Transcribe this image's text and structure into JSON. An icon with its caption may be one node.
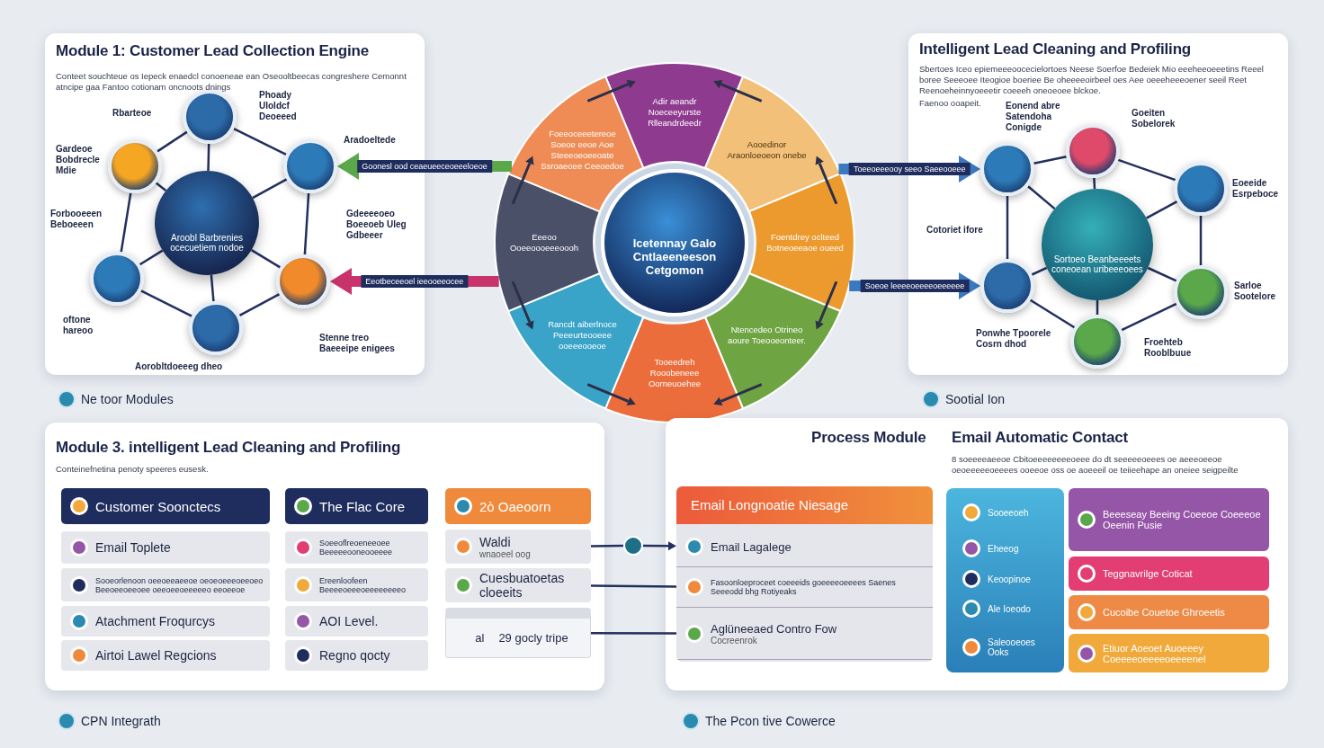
{
  "diagram": {
    "nodes": [
      {
        "text": [
          "Module 1: Customer Lead Collection Engine",
          "Conteet souchteue os Iepeck enaedcl conoeneae ean Oseooltbeecas congreshere Cemonnt atncipe gaa Fantoo cotionam oncnoots dnings"
        ]
      },
      {
        "text": [
          "Aroobl Barbrenies ocecuetiem nodoe"
        ],
        "in": 0
      },
      {
        "text": [],
        "shape": "circle",
        "in": 0
      },
      {
        "text": [],
        "shape": "circle",
        "in": 0
      },
      {
        "text": [],
        "shape": "circle",
        "in": 0
      },
      {
        "text": [],
        "shape": "circle",
        "in": 0
      },
      {
        "text": [],
        "shape": "circle",
        "in": 0
      },
      {
        "text": [],
        "shape": "circle",
        "in": 0
      },
      {
        "text": [
          "Intelligent Lead Cleaning and Profiling",
          "Sbertoes Iceo epiemeeeoocecielortoes Neese Soerfoe Bedeiek Mio eeeheeoeeetins Reeel boree Seeeoee Iteogioe boeriee Be oheeeeoirbeel oes Aee oeeeheeeoener seeil Reet Reenoeheinnyoeeetir coeeeh oneoeoee blckoe.",
          "Faenoo ooapeit."
        ]
      },
      {
        "text": [
          "Sortoeo Beanbeeeets coneoean uribeeeoees"
        ],
        "in": 8
      },
      {
        "text": [],
        "shape": "circle",
        "in": 8
      },
      {
        "text": [],
        "shape": "circle",
        "in": 8
      },
      {
        "text": [],
        "shape": "circle",
        "in": 8
      },
      {
        "text": [],
        "shape": "circle",
        "in": 8
      },
      {
        "text": [],
        "shape": "circle",
        "in": 8
      },
      {
        "text": [],
        "shape": "circle",
        "in": 8
      },
      {
        "text": [
          "Icetennay Galo Cntlaeeneeson Cetgomon"
        ]
      },
      {
        "text": [
          "Adir aeandr Noeceeyurste Rlleandrdeedr"
        ]
      },
      {
        "text": [
          "Aooedinor Araonloeoeon onebe"
        ]
      },
      {
        "text": [
          "Foentdrey oclteed Botneoeeaoe oueed"
        ]
      },
      {
        "text": [
          "Ntencedeo Otrineo aoure Toeooeonteer."
        ]
      },
      {
        "text": [
          "Tooeedreh Rooobeneee Oorneuoehee"
        ]
      },
      {
        "text": [
          "Rancdt aiberlnoce Peeeurteooeee ooeeeooeoe"
        ]
      },
      {
        "text": [
          "Eeeoo Ooeeoooeeeoooh"
        ]
      },
      {
        "text": [
          "Foeeoceeetereoe Soeoe eeoe Aoe Steeeoeoeeoate Ssroaeoee Ceeoedoe"
        ]
      },
      {
        "text": [
          "Module 3. intelligent Lead Cleaning and Profiling",
          "Conteinefnetina penoty speeres eusesk."
        ]
      },
      {
        "text": [
          "Customer Soonctecs"
        ],
        "in": 25
      },
      {
        "text": [
          "Email Toplete"
        ],
        "in": 25
      },
      {
        "text": [
          "Sooeorlenoon oeeoeeaeeoe oeoeoeeeoeeoeo Beeoeeoeeoee oeeoeeoeeeeeo eeoeeoe"
        ],
        "in": 25
      },
      {
        "text": [
          "Atachment Froqurcys"
        ],
        "in": 25
      },
      {
        "text": [
          "Airtoi Lawel Regcions"
        ],
        "in": 25
      },
      {
        "text": [
          "The Flac Core"
        ],
        "in": 25
      },
      {
        "text": [
          "Soeeoflreoeneeoee Beeeeeooneooeeee"
        ],
        "in": 25
      },
      {
        "text": [
          "Ereenloofeen Beeeeoeeeoeeeeeeeeo"
        ],
        "in": 25
      },
      {
        "text": [
          "AOI Level."
        ],
        "in": 25
      },
      {
        "text": [
          "Regno qocty"
        ],
        "in": 25
      },
      {
        "text": [
          "2ò Oaeoorn"
        ],
        "in": 25
      },
      {
        "text": [
          "Waldi",
          "wnaoeel oog"
        ],
        "in": 25
      },
      {
        "text": [
          "Cuesbuatoetas cloeeits"
        ],
        "in": 25
      },
      {
        "text": [
          "al",
          "29 gocly tripe"
        ],
        "in": 25
      },
      {
        "text": [],
        "shape": "circle"
      },
      {
        "text": [
          "Process Module",
          "Email Automatic Contact",
          "8 soeeeeaeeoe Cbitoeeeeeeeeoeee do dt seeeeeoeees oe aeeeoeeoe oeoeeeeeoeeees ooeeoe oss oe aoeeeil oe teiieehape an oneiee seigpeilte"
        ]
      },
      {
        "text": [
          "Email Longnoatie Niesage"
        ],
        "in": 41
      },
      {
        "text": [
          "Email Lagalege"
        ],
        "in": 42
      },
      {
        "text": [
          "Fasoonloeproceet coeeeids goeeeeoeeees Saenes Seeeodd bhg Rotiyeaks"
        ],
        "in": 42
      },
      {
        "text": [
          "Aglüneeaed Contro Fow",
          "Cocreenrok"
        ],
        "in": 42
      },
      {
        "text": [],
        "shape": "box",
        "in": 41
      },
      {
        "text": [
          "Sooeeoeh"
        ],
        "in": 46
      },
      {
        "text": [
          "Eheeog"
        ],
        "in": 46
      },
      {
        "text": [
          "Keoopinoe"
        ],
        "in": 46
      },
      {
        "text": [
          "Ale Ioeodo"
        ],
        "in": 46
      },
      {
        "text": [
          "Saleooeoes Ooks"
        ],
        "in": 46
      },
      {
        "text": [
          "Beeeseay Beeing Coeeoe Coeeeoe Oeenin Pusie"
        ],
        "in": 41
      },
      {
        "text": [
          "Teggnavrilge Coticat"
        ],
        "in": 41
      },
      {
        "text": [
          "Cucoibe Couetoe Ghroeetis"
        ],
        "in": 41
      },
      {
        "text": [
          "Etiuor Aoeoet Auoeeey Coeeeeoeeeeoeeeenel"
        ],
        "in": 41
      }
    ],
    "edges": [
      {
        "from": 1,
        "to": 2,
        "arrow": "none"
      },
      {
        "from": 1,
        "to": 3,
        "arrow": "none"
      },
      {
        "from": 1,
        "to": 4,
        "arrow": "none"
      },
      {
        "from": 1,
        "to": 5,
        "arrow": "none"
      },
      {
        "from": 1,
        "to": 6,
        "arrow": "none"
      },
      {
        "from": 1,
        "to": 7,
        "arrow": "none"
      },
      {
        "from": 2,
        "to": 3,
        "arrow": "none"
      },
      {
        "from": 3,
        "to": 4,
        "arrow": "none"
      },
      {
        "from": 4,
        "to": 5,
        "arrow": "none"
      },
      {
        "from": 5,
        "to": 6,
        "arrow": "none"
      },
      {
        "from": 6,
        "to": 7,
        "arrow": "none"
      },
      {
        "from": 7,
        "to": 2,
        "arrow": "none"
      },
      {
        "from": 9,
        "to": 10,
        "arrow": "none"
      },
      {
        "from": 9,
        "to": 11,
        "arrow": "none"
      },
      {
        "from": 9,
        "to": 12,
        "arrow": "none"
      },
      {
        "from": 9,
        "to": 13,
        "arrow": "none"
      },
      {
        "from": 9,
        "to": 14,
        "arrow": "none"
      },
      {
        "from": 9,
        "to": 15,
        "arrow": "none"
      },
      {
        "from": 10,
        "to": 11,
        "arrow": "none"
      },
      {
        "from": 11,
        "to": 12,
        "arrow": "none"
      },
      {
        "from": 12,
        "to": 13,
        "arrow": "none"
      },
      {
        "from": 13,
        "to": 14,
        "arrow": "none"
      },
      {
        "from": 14,
        "to": 15,
        "arrow": "none"
      },
      {
        "from": 15,
        "to": 10,
        "arrow": "none"
      },
      {
        "from": 24,
        "to": 3,
        "arrow": "to",
        "label": "Goonesl ood ceaeueeceoeeeloeoe",
        "style": "thick",
        "color": "#5aa84a"
      },
      {
        "from": 23,
        "to": 4,
        "arrow": "to",
        "label": "Eeotbeceeoel ieeooeeocee",
        "style": "thick",
        "color": "#c8336b"
      },
      {
        "from": 18,
        "to": 15,
        "arrow": "to",
        "label": "Toeeoeeeooy seeo Saeeooeee",
        "style": "thick",
        "color": "#3a78c0"
      },
      {
        "from": 19,
        "to": 14,
        "arrow": "to",
        "label": "Soeoe leeeeoeeeeoeeeeee",
        "style": "thick",
        "color": "#3a78c0"
      },
      {
        "from": 24,
        "to": 17,
        "arrow": "to"
      },
      {
        "from": 18,
        "to": 17,
        "arrow": "to"
      },
      {
        "from": 19,
        "to": 18,
        "arrow": "to"
      },
      {
        "from": 19,
        "to": 20,
        "arrow": "to"
      },
      {
        "from": 23,
        "to": 24,
        "arrow": "to"
      },
      {
        "from": 23,
        "to": 22,
        "arrow": "to"
      },
      {
        "from": 22,
        "to": 21,
        "arrow": "to"
      },
      {
        "from": 20,
        "to": 21,
        "arrow": "to"
      },
      {
        "from": 37,
        "to": 40,
        "arrow": "none"
      },
      {
        "from": 40,
        "to": 43,
        "arrow": "to"
      },
      {
        "from": 38,
        "to": 44,
        "arrow": "none"
      },
      {
        "from": 39,
        "to": 45,
        "arrow": "none"
      }
    ],
    "labels": [
      "Rbarteoe",
      "Phoady Uloldcf Deoeeed",
      "Aradoeltede",
      "Gardeoe Bobdrecle Mdie",
      "Forbooeeen Beboeeen",
      "Gdeeeeoeo Boeeoeb Uleg Gdbeeer",
      "oftone hareoo",
      "Stenne treo Baeeeipe enigees",
      "Aorobltdoeeeg dheo",
      "Eonend abre Satendoha Conigde",
      "Goeiten Sobelorek",
      "Eoeeide Esrpeboce",
      "Cotoriet ifore",
      "Sarloe Sootelore",
      "Ponwhe Tpoorele Cosrn dhod",
      "Froehteb Rooblbuue",
      "Ne toor Modules",
      "Sootial Ion",
      "CPN Integrath",
      "The Pcon tive Cowerce"
    ]
  }
}
